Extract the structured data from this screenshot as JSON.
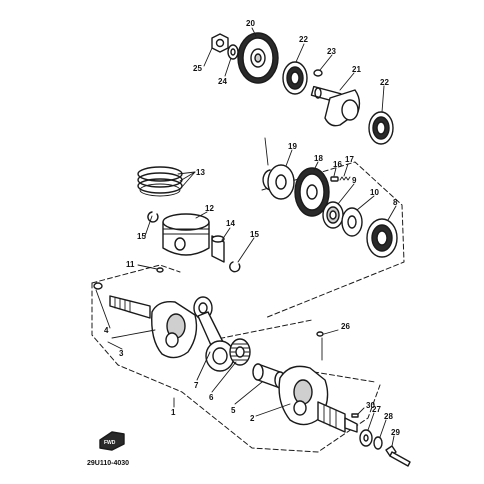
{
  "labels": {
    "n1": "1",
    "n2": "2",
    "n3": "3",
    "n4": "4",
    "n5": "5",
    "n6": "6",
    "n7": "7",
    "n8": "8",
    "n9": "9",
    "n10": "10",
    "n11": "11",
    "n12": "12",
    "n13": "13",
    "n14": "14",
    "n15a": "15",
    "n15b": "15",
    "n16": "16",
    "n17": "17",
    "n18": "18",
    "n19": "19",
    "n20": "20",
    "n21": "21",
    "n22a": "22",
    "n22b": "22",
    "n23": "23",
    "n24": "24",
    "n25": "25",
    "n26": "26",
    "n27": "27",
    "n28": "28",
    "n29": "29",
    "n30": "30"
  },
  "fwd_label": "FWD",
  "diagram_code": "29U110-4030"
}
